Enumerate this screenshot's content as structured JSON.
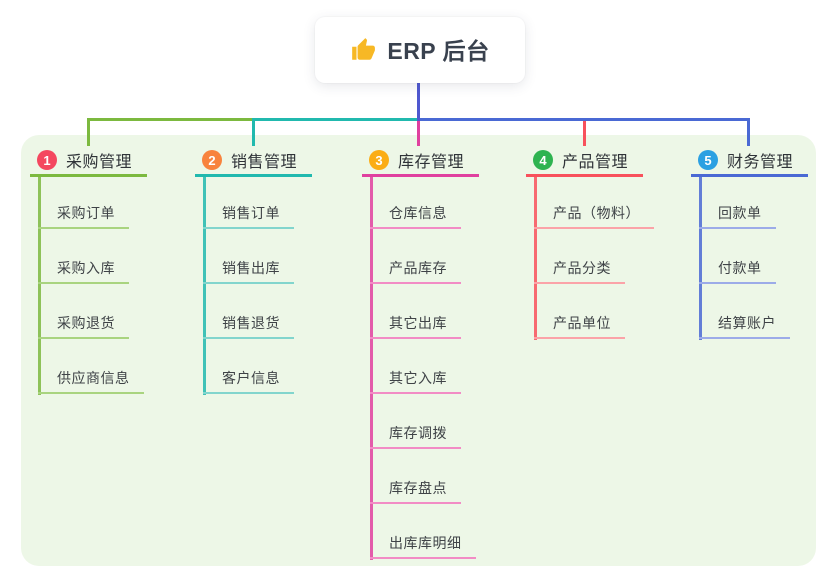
{
  "root": {
    "title": "ERP 后台",
    "icon": "thumbs-up-icon",
    "icon_color": "#f7b825",
    "stem_color": "#4f58d0"
  },
  "canvas": {
    "background": "#ffffff",
    "panel_color": "#edf7e7"
  },
  "branches": [
    {
      "number": "1",
      "label": "采购管理",
      "badge_color": "#f4475f",
      "line_color": "#7cb93f",
      "child_line_color": "#a9d47f",
      "children": [
        "采购订单",
        "采购入库",
        "采购退货",
        "供应商信息"
      ]
    },
    {
      "number": "2",
      "label": "销售管理",
      "badge_color": "#f8833d",
      "line_color": "#21b9ae",
      "child_line_color": "#82d5cd",
      "children": [
        "销售订单",
        "销售出库",
        "销售退货",
        "客户信息"
      ]
    },
    {
      "number": "3",
      "label": "库存管理",
      "badge_color": "#fbad15",
      "line_color": "#e0409f",
      "child_line_color": "#f28cc5",
      "children": [
        "仓库信息",
        "产品库存",
        "其它出库",
        "其它入库",
        "库存调拨",
        "库存盘点",
        "出库库明细"
      ]
    },
    {
      "number": "4",
      "label": "产品管理",
      "badge_color": "#2eb350",
      "line_color": "#f8515c",
      "child_line_color": "#fba3a8",
      "children": [
        "产品（物料）",
        "产品分类",
        "产品单位"
      ]
    },
    {
      "number": "5",
      "label": "财务管理",
      "badge_color": "#2ba0e2",
      "line_color": "#4a69d4",
      "child_line_color": "#9cabe8",
      "children": [
        "回款单",
        "付款单",
        "结算账户"
      ]
    }
  ]
}
